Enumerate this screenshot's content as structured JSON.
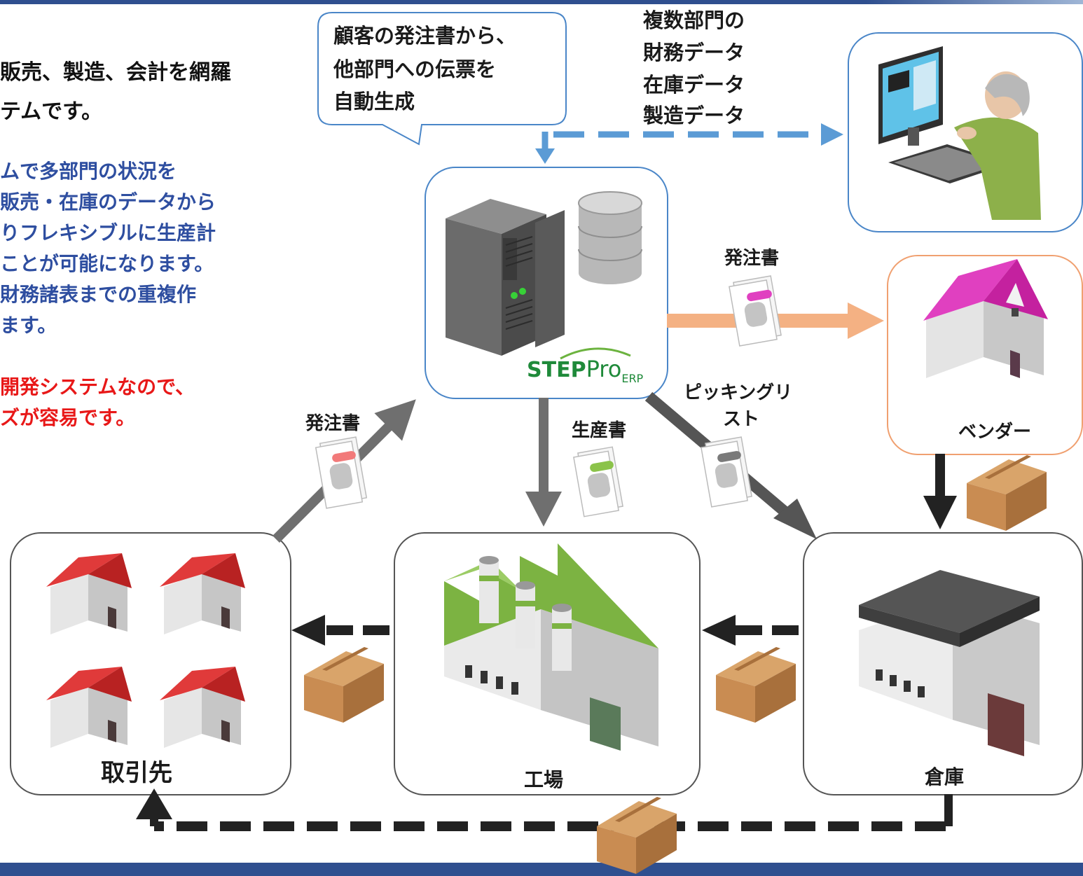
{
  "intro": {
    "line1": "販売、製造、会計を網羅",
    "line2": "テムです。",
    "blue_lines": [
      "ムで多部門の状況を",
      "販売・在庫のデータから",
      "りフレキシブルに生産計",
      "ことが可能になります。",
      "財務諸表までの重複作",
      "ます。"
    ],
    "red_lines": [
      "開発システムなので、",
      "ズが容易です。"
    ]
  },
  "callout": {
    "lines": [
      "顧客の発注書から、",
      "他部門への伝票を",
      "自動生成"
    ]
  },
  "data_types": {
    "lines": [
      "複数部門の",
      "財務データ",
      "在庫データ",
      "製造データ"
    ]
  },
  "server": {
    "logo_step": "STEP",
    "logo_pro": "Pro",
    "logo_erp": "ERP"
  },
  "nodes": {
    "customers": "取引先",
    "factory": "工場",
    "warehouse": "倉庫",
    "vendor": "ベンダー"
  },
  "documents": {
    "order_to_vendor": "発注書",
    "order_from_customer": "発注書",
    "production": "生産書",
    "picking_line1": "ピッキングリ",
    "picking_line2": "スト"
  },
  "colors": {
    "gray_arrow": "#6f6f6f",
    "blue_dash": "#5b9bd5",
    "orange_arrow": "#f4b183",
    "black_dash": "#222222",
    "roof_red": "#e03a3a",
    "roof_magenta": "#e040c0",
    "roof_green": "#7cb342",
    "box_brown": "#c98c52"
  }
}
